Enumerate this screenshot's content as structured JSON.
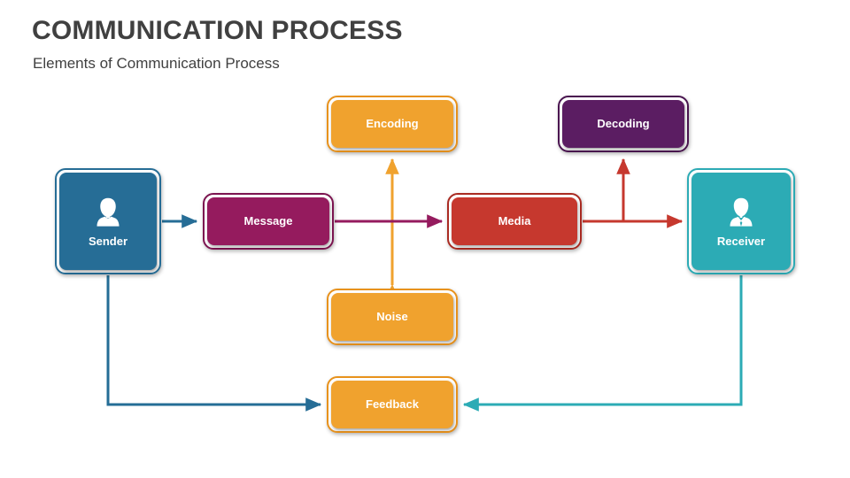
{
  "header": {
    "title": "COMMUNICATION PROCESS",
    "subtitle": "Elements of Communication Process"
  },
  "colors": {
    "sender": "#266D96",
    "receiver": "#2CABB5",
    "message": "#951B5E",
    "media": "#C6382E",
    "encoding": "#F0A22E",
    "decoding": "#5B1D62",
    "noise": "#F0A22E",
    "feedback": "#F0A22E",
    "title_text": "#404040",
    "background": "#FFFFFF"
  },
  "diagram": {
    "type": "flow-diagram",
    "nodes": [
      {
        "id": "sender",
        "label": "Sender",
        "icon": "person-female-icon",
        "shape": "rounded-square",
        "color": "#266D96"
      },
      {
        "id": "message",
        "label": "Message",
        "icon": "",
        "shape": "rounded-rect",
        "color": "#951B5E"
      },
      {
        "id": "encoding",
        "label": "Encoding",
        "icon": "",
        "shape": "rounded-rect",
        "color": "#F0A22E"
      },
      {
        "id": "media",
        "label": "Media",
        "icon": "",
        "shape": "rounded-rect",
        "color": "#C6382E"
      },
      {
        "id": "decoding",
        "label": "Decoding",
        "icon": "",
        "shape": "rounded-rect",
        "color": "#5B1D62"
      },
      {
        "id": "receiver",
        "label": "Receiver",
        "icon": "person-male-icon",
        "shape": "rounded-square",
        "color": "#2CABB5"
      },
      {
        "id": "noise",
        "label": "Noise",
        "icon": "",
        "shape": "rounded-rect",
        "color": "#F0A22E"
      },
      {
        "id": "feedback",
        "label": "Feedback",
        "icon": "",
        "shape": "rounded-rect",
        "color": "#F0A22E"
      }
    ],
    "connectors": [
      {
        "id": "sender-to-message",
        "from": "sender",
        "to": "message",
        "color": "#266D96",
        "arrows": "end",
        "path": "horizontal"
      },
      {
        "id": "message-to-media",
        "from": "message",
        "to": "media",
        "color": "#951B5E",
        "arrows": "end",
        "path": "horizontal"
      },
      {
        "id": "media-to-receiver",
        "from": "media",
        "to": "receiver",
        "color": "#C6382E",
        "arrows": "end",
        "path": "horizontal"
      },
      {
        "id": "media-to-decoding",
        "from": "media",
        "to": "decoding",
        "color": "#C6382E",
        "arrows": "end",
        "path": "elbow-up"
      },
      {
        "id": "noise-encoding-axis",
        "from": "noise",
        "to": "encoding",
        "color": "#F0A22E",
        "arrows": "both",
        "path": "vertical"
      },
      {
        "id": "sender-to-feedback",
        "from": "sender",
        "to": "feedback",
        "color": "#246D96",
        "arrows": "end",
        "path": "elbow-down"
      },
      {
        "id": "receiver-to-feedback",
        "from": "receiver",
        "to": "feedback",
        "color": "#2CABB5",
        "arrows": "end",
        "path": "elbow-down"
      }
    ]
  }
}
